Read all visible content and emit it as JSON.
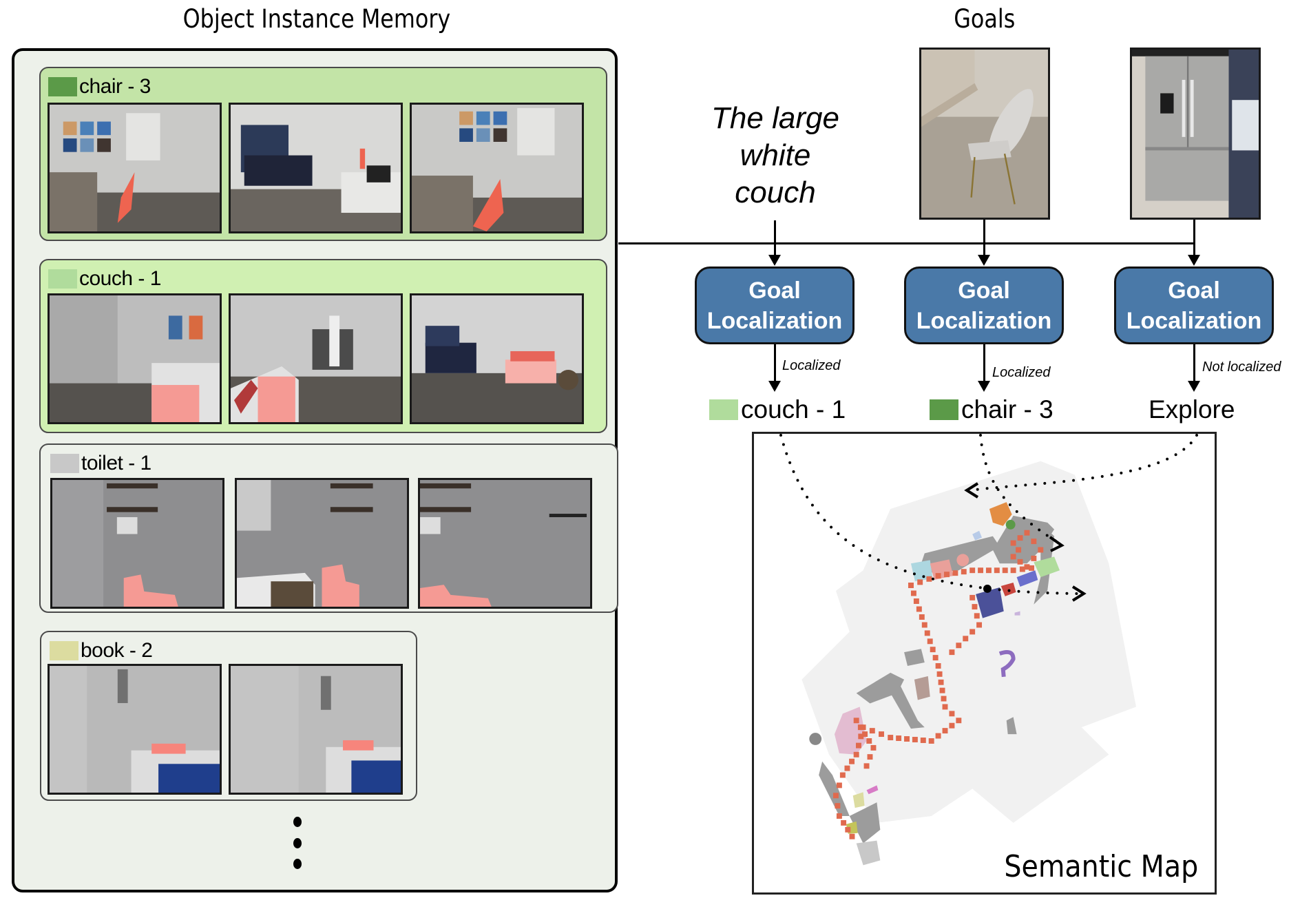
{
  "titles": {
    "memory": "Object Instance Memory",
    "goals": "Goals"
  },
  "memory": {
    "groups": [
      {
        "label": "chair - 3",
        "swatch_color": "#5b9a48",
        "highlighted": true,
        "image_count": 3,
        "images": [
          "chair view 1 (dining table, red-highlighted chair)",
          "chair view 2 (kitchen, distant chair)",
          "chair view 3 (dining table, red-highlighted chair)"
        ]
      },
      {
        "label": "couch - 1",
        "swatch_color": "#b0dc9c",
        "highlighted": true,
        "image_count": 3,
        "images": [
          "couch view 1 (hallway, highlighted couch)",
          "couch view 2 (stairs, highlighted couch)",
          "couch view 3 (living room, highlighted couch)"
        ]
      },
      {
        "label": "toilet - 1",
        "swatch_color": "#c8c8c8",
        "highlighted": false,
        "image_count": 3,
        "images": [
          "toilet view 1",
          "toilet view 2 (sink)",
          "toilet view 3"
        ]
      },
      {
        "label": "book - 2",
        "swatch_color": "#dcdca0",
        "highlighted": false,
        "image_count": 2,
        "images": [
          "book view 1 (dresser)",
          "book view 2 (dresser)"
        ]
      }
    ],
    "more_indicator": "vertical-ellipsis"
  },
  "goals": {
    "text_goal": [
      "The large",
      "white",
      "couch"
    ],
    "image_goals": [
      "chair image goal",
      "refrigerator image goal"
    ],
    "localization_box": [
      "Goal",
      "Localization"
    ],
    "outcomes": [
      {
        "edge_label": "Localized",
        "result_label": "couch - 1",
        "swatch_color": "#b0dc9c"
      },
      {
        "edge_label": "Localized",
        "result_label": "chair - 3",
        "swatch_color": "#5b9a48"
      },
      {
        "edge_label": "Not localized",
        "result_label": "Explore",
        "swatch_color": null
      }
    ]
  },
  "semantic_map": {
    "title": "Semantic Map",
    "colors": {
      "explored": "#f1f1f1",
      "obstacle": "#9c9c9c",
      "trajectory": "#e06a4e",
      "chair": "#5b9a48",
      "couch": "#b0dc9c",
      "toilet": "#c8c8c8",
      "book": "#dcdca0",
      "agent": "#000000"
    }
  }
}
